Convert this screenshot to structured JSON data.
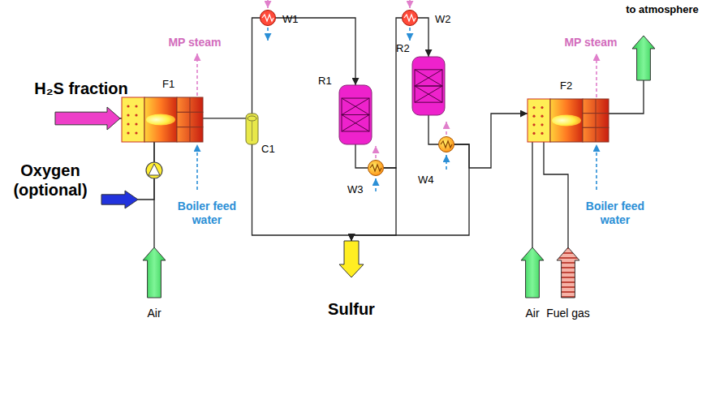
{
  "diagram": {
    "nodes": [
      {
        "text": [
          "H₂S fraction"
        ]
      },
      {
        "text": [
          "Oxygen (optional)"
        ]
      },
      {
        "text": [
          "Air"
        ]
      },
      {
        "text": [
          "F1"
        ]
      },
      {
        "text": [
          "C1"
        ]
      },
      {
        "text": [
          "W1"
        ]
      },
      {
        "text": [
          "R1"
        ]
      },
      {
        "text": [
          "W3"
        ]
      },
      {
        "text": [
          "W2"
        ]
      },
      {
        "text": [
          "R2"
        ]
      },
      {
        "text": [
          "W4"
        ]
      },
      {
        "text": [
          "Sulfur"
        ]
      },
      {
        "text": [
          "F2"
        ]
      },
      {
        "text": [
          "to atmosphere"
        ]
      },
      {
        "text": [
          "Air"
        ]
      },
      {
        "text": [
          "Fuel gas"
        ]
      }
    ],
    "edges": [
      {
        "from": 0,
        "to": 3,
        "arrow": "none"
      },
      {
        "from": 1,
        "to": 3,
        "arrow": "none"
      },
      {
        "from": 2,
        "to": 3,
        "arrow": "none"
      },
      {
        "from": 3,
        "to": 4,
        "arrow": "none"
      },
      {
        "from": 4,
        "to": 5,
        "arrow": "none"
      },
      {
        "from": 5,
        "to": 6,
        "arrow": "to"
      },
      {
        "from": 6,
        "to": 7,
        "arrow": "none"
      },
      {
        "from": 7,
        "to": 8,
        "arrow": "none"
      },
      {
        "from": 8,
        "to": 9,
        "arrow": "to"
      },
      {
        "from": 9,
        "to": 10,
        "arrow": "none"
      },
      {
        "from": 10,
        "to": 12,
        "arrow": "to"
      },
      {
        "from": 4,
        "to": 11,
        "arrow": "to"
      },
      {
        "from": 7,
        "to": 11,
        "arrow": "to"
      },
      {
        "from": 10,
        "to": 11,
        "arrow": "to"
      },
      {
        "from": 12,
        "to": 13,
        "arrow": "none"
      },
      {
        "from": 14,
        "to": 12,
        "arrow": "none"
      },
      {
        "from": 15,
        "to": 12,
        "arrow": "none"
      }
    ],
    "labels": [
      "MP steam",
      "Boiler feed water",
      "MP steam",
      "Boiler feed water"
    ]
  }
}
